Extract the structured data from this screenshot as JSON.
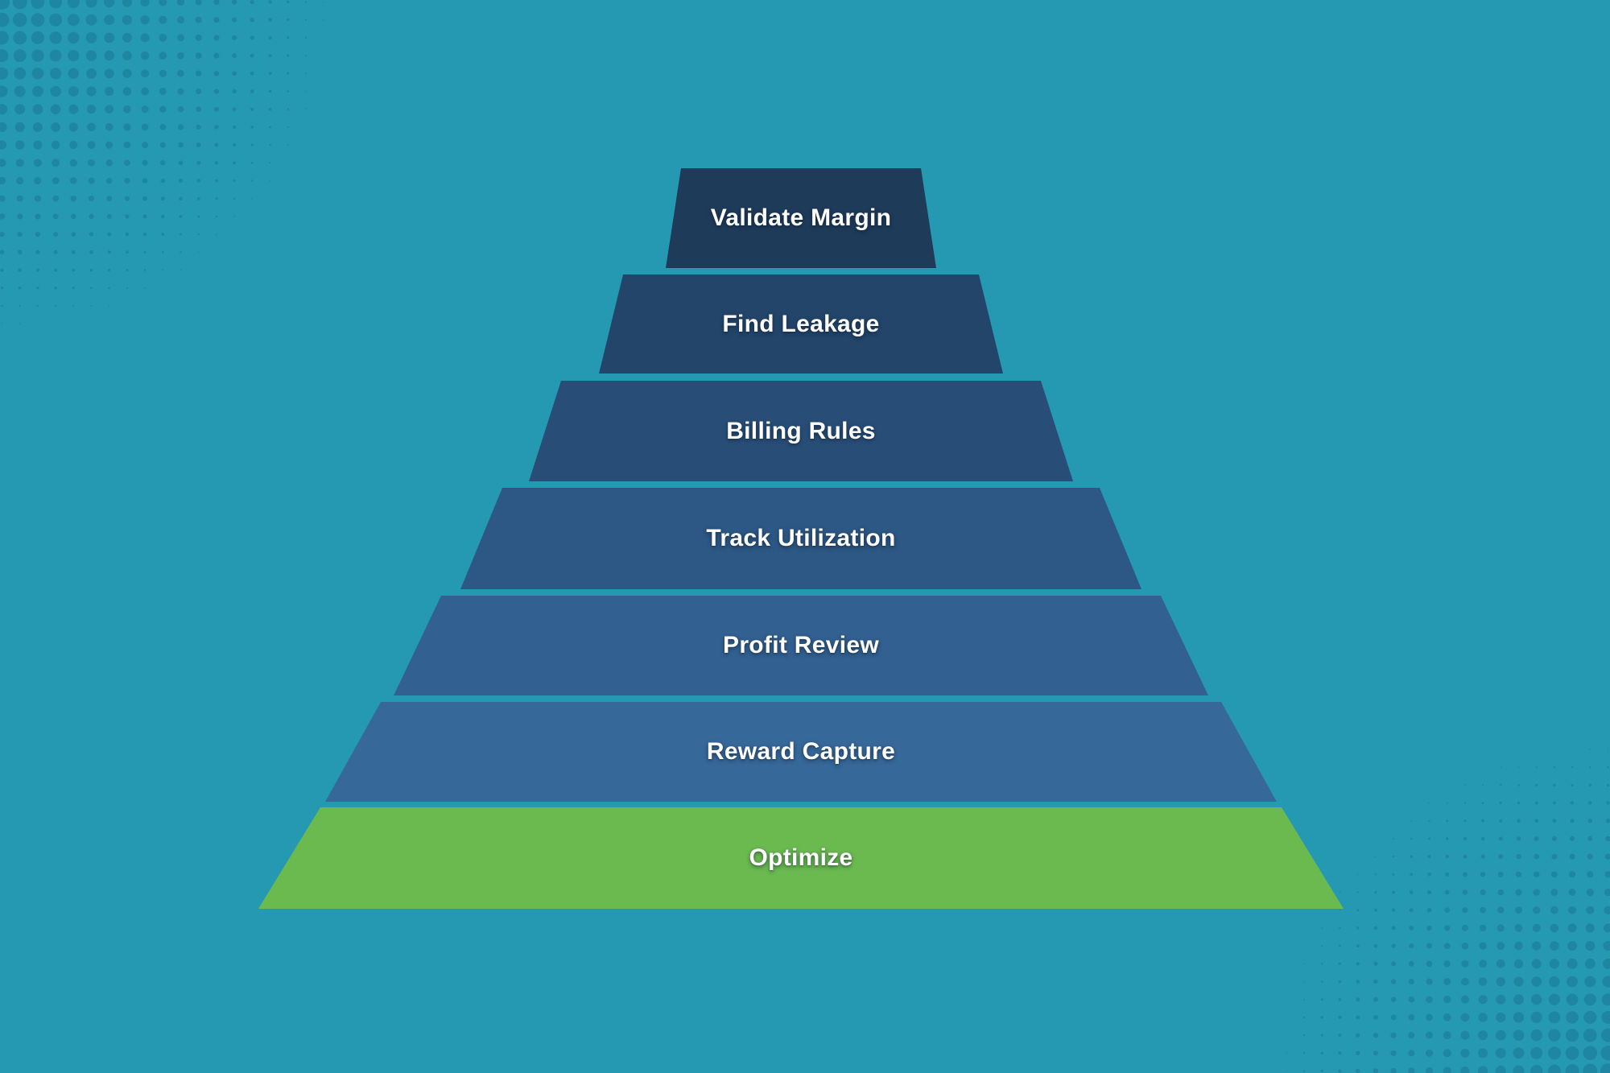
{
  "background": {
    "color": "#2699B2",
    "dot_color": "#1F86A1"
  },
  "pyramid": {
    "text_color": "#FFFFFF",
    "layers": [
      {
        "label": "Validate Margin",
        "color": "#1E3B5A"
      },
      {
        "label": "Find Leakage",
        "color": "#23456A"
      },
      {
        "label": "Billing Rules",
        "color": "#284E78"
      },
      {
        "label": "Track Utilization",
        "color": "#2D5784"
      },
      {
        "label": "Profit Review",
        "color": "#326090"
      },
      {
        "label": "Reward Capture",
        "color": "#366899"
      },
      {
        "label": "Optimize",
        "color": "#6BBA50"
      }
    ]
  }
}
